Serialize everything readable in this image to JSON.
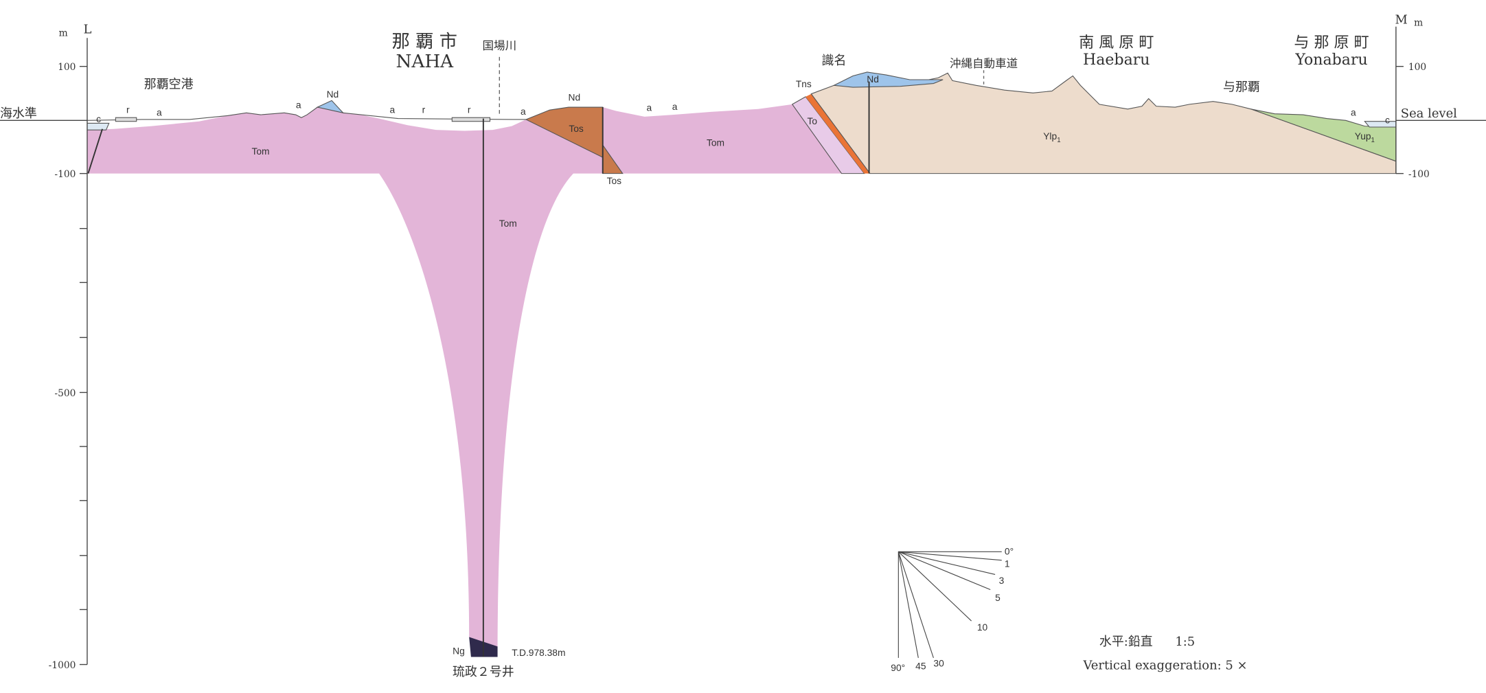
{
  "title": {
    "city_jp": "那 覇 市",
    "city_en": "NAHA",
    "town1_jp": "南 風 原 町",
    "town1_en": "Haebaru",
    "town2_jp": "与 那 原 町",
    "town2_en": "Yonabaru"
  },
  "places": {
    "airport": "那覇空港",
    "river": "国場川",
    "shikina": "識名",
    "expressway": "沖縄自動車道",
    "yonaha": "与那覇",
    "well": "琉政２号井",
    "td": "T.D.978.38m"
  },
  "axes": {
    "left_unit": "m",
    "left_end": "L",
    "right_end": "M",
    "right_unit": "m",
    "sea_level_jp": "海水準",
    "sea_level_en": "Sea level",
    "left_ticks": [
      "100",
      "-100",
      "-500",
      "-1000"
    ],
    "right_ticks": [
      "100",
      "-100"
    ]
  },
  "units": {
    "tos": "Tos",
    "tom": "Tom",
    "nd": "Nd",
    "tns": "Tns",
    "to": "To",
    "ylp": "Ylp",
    "ylp_sub": "1",
    "yup": "Yup",
    "yup_sub": "1",
    "ng": "Ng",
    "a": "a",
    "r": "r",
    "c": "c"
  },
  "dip_scale": {
    "labels": [
      "0°",
      "1",
      "3",
      "5",
      "10",
      "30",
      "45",
      "90°"
    ]
  },
  "scale": {
    "ratio_label": "水平:鉛直",
    "ratio": "1:5",
    "exaggeration": "Vertical exaggeration: 5 ×"
  },
  "colors": {
    "tom": "#e3b5d8",
    "tos": "#c97a4c",
    "ylp": "#eddccc",
    "yup": "#bcd99e",
    "nd": "#9ec4ea",
    "to": "#e8cbe8",
    "orange": "#ea7436",
    "ng": "#2f2a4c"
  }
}
